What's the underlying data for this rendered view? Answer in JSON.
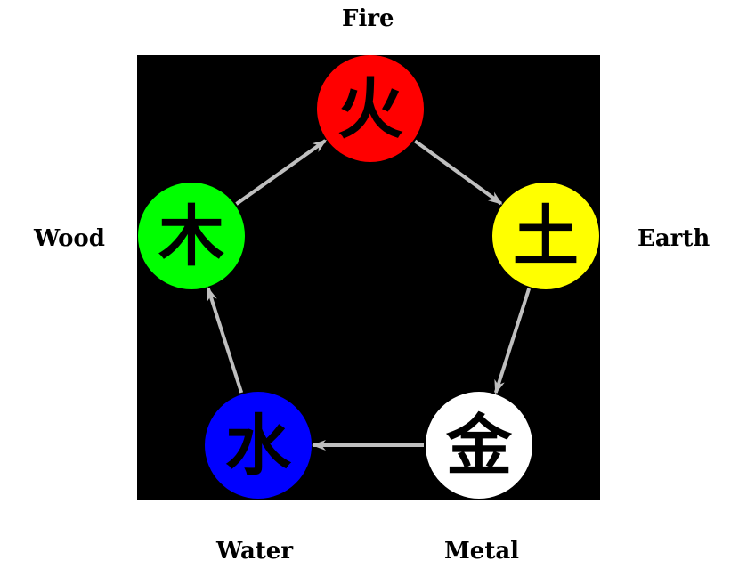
{
  "elements": [
    {
      "id": "fire",
      "label": "Fire",
      "glyph": "火",
      "color": "#ff0000"
    },
    {
      "id": "earth",
      "label": "Earth",
      "glyph": "土",
      "color": "#ffff00"
    },
    {
      "id": "metal",
      "label": "Metal",
      "glyph": "金",
      "color": "#ffffff"
    },
    {
      "id": "water",
      "label": "Water",
      "glyph": "水",
      "color": "#0000ff"
    },
    {
      "id": "wood",
      "label": "Wood",
      "glyph": "木",
      "color": "#00ff00"
    }
  ],
  "cycle": [
    "fire",
    "earth",
    "metal",
    "water",
    "wood"
  ],
  "colors": {
    "background": "#000000",
    "arrow": "#bfbfbf",
    "glyph": "#000000"
  }
}
